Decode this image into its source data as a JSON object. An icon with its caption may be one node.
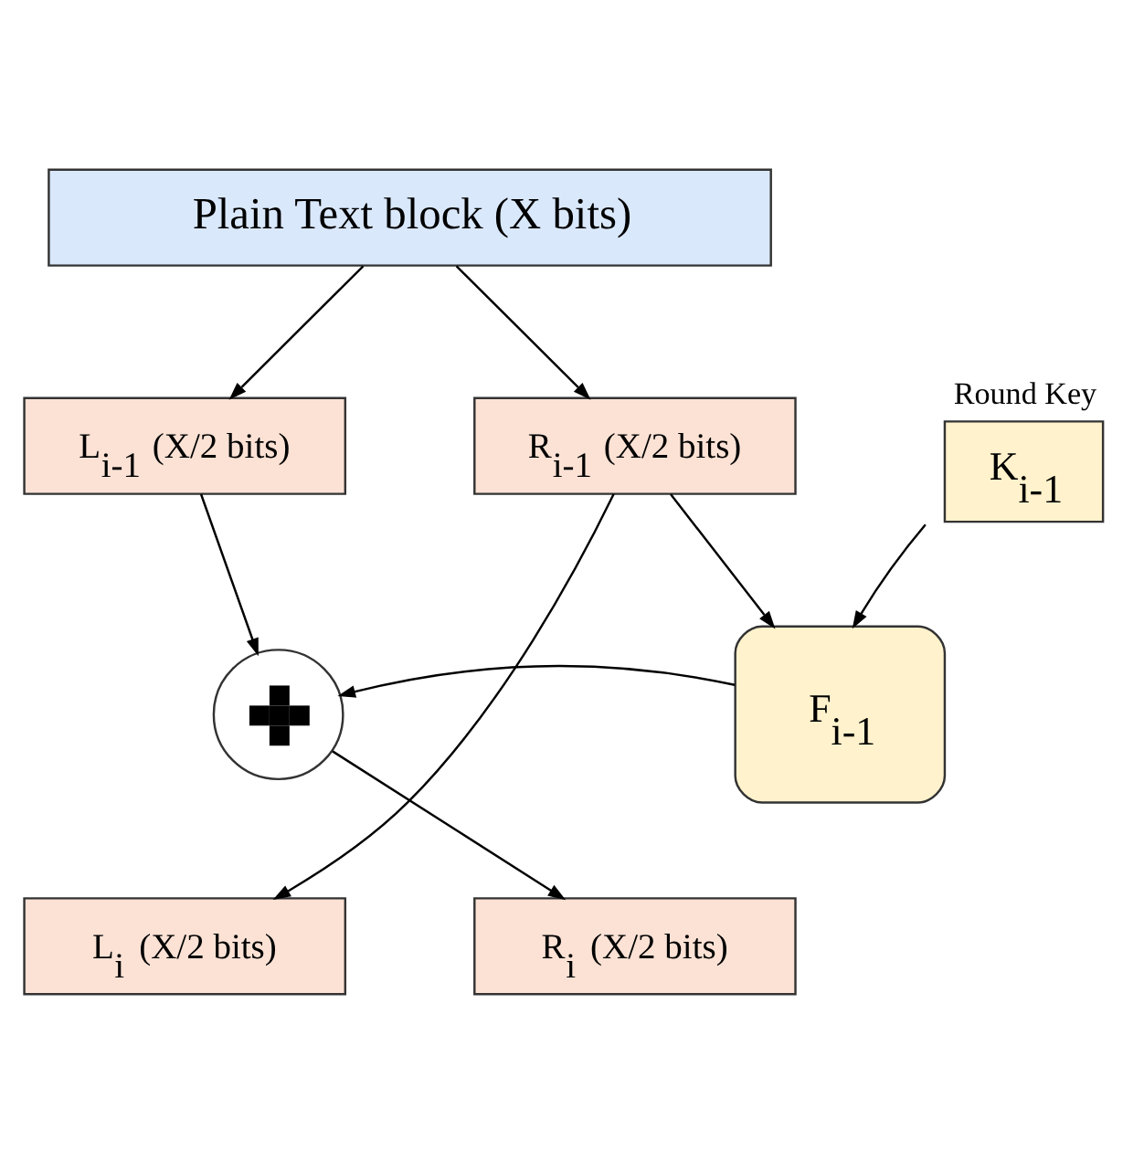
{
  "diagram": {
    "nodes": [
      {
        "text": [
          "Plain Text block (X bits)"
        ]
      },
      {
        "text": [
          "L$_{i-1}$ (X/2 bits)"
        ]
      },
      {
        "text": [
          "R$_{i-1}$ (X/2 bits)"
        ]
      },
      {
        "text": [
          "K$_{i-1}$"
        ],
        "beside": [
          "Round Key"
        ]
      },
      {
        "text": [
          "F$_{i-1}$"
        ]
      },
      {
        "text": [],
        "shape": "circle"
      },
      {
        "text": [
          "L$_{i}$ (X/2 bits)"
        ]
      },
      {
        "text": [
          "R$_{i}$ (X/2 bits)"
        ]
      }
    ],
    "edges": [
      {
        "from": 0,
        "to": 1,
        "arrow": "to"
      },
      {
        "from": 0,
        "to": 2,
        "arrow": "to"
      },
      {
        "from": 1,
        "to": 5,
        "arrow": "to"
      },
      {
        "from": 3,
        "to": 4,
        "arrow": "to"
      },
      {
        "from": 2,
        "to": 4,
        "arrow": "to"
      },
      {
        "from": 4,
        "to": 5,
        "arrow": "to"
      },
      {
        "from": 5,
        "to": 7,
        "arrow": "to"
      },
      {
        "from": 2,
        "to": 6,
        "arrow": "to"
      }
    ]
  }
}
